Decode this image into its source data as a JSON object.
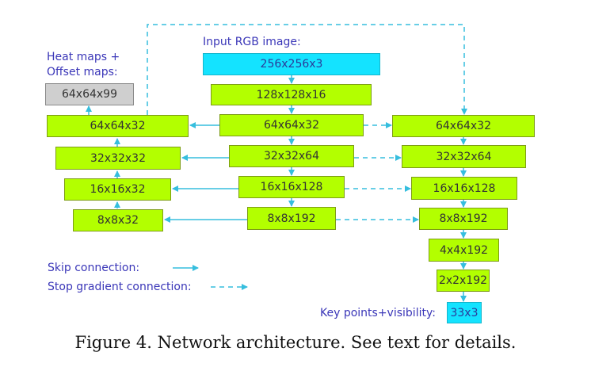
{
  "labels": {
    "input": "Input RGB image:",
    "heat_line1": "Heat maps +",
    "heat_line2": "Offset maps:",
    "skip": "Skip connection:",
    "stop": "Stop gradient connection:",
    "keypoints": "Key points+visibility:"
  },
  "boxes": {
    "input": "256x256x3",
    "c1": "128x128x16",
    "c2": "64x64x32",
    "c3": "32x32x64",
    "c4": "16x16x128",
    "c5": "8x8x192",
    "heat": "64x64x99",
    "l1": "64x64x32",
    "l2": "32x32x32",
    "l3": "16x16x32",
    "l4": "8x8x32",
    "r1": "64x64x32",
    "r2": "32x32x64",
    "r3": "16x16x128",
    "r4": "8x8x192",
    "r5": "4x4x192",
    "r6": "2x2x192",
    "out": "33x3"
  },
  "colors": {
    "block": "#b3ff00",
    "io": "#14e3ff",
    "heat": "#cfcfcf",
    "arrow": "#36bede",
    "label": "#3a36b8"
  },
  "caption": "Figure 4. Network architecture. See text for details."
}
